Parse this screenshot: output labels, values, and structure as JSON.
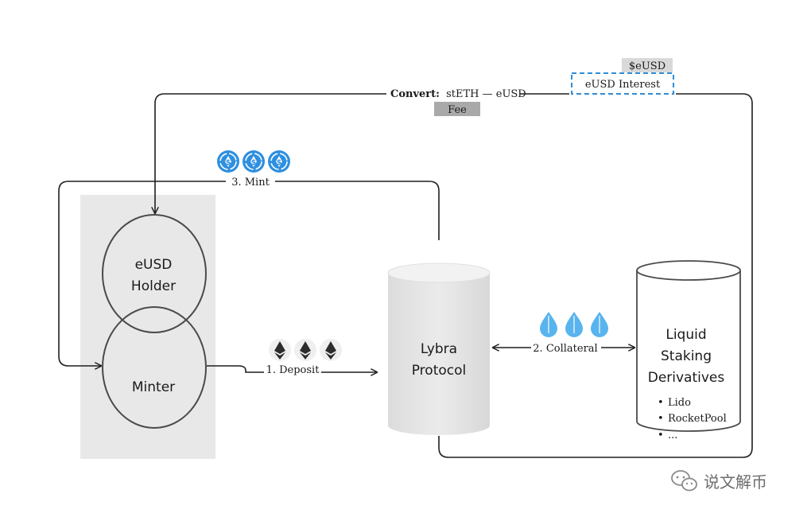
{
  "nodes": {
    "holder": [
      "eUSD",
      "Holder"
    ],
    "minter": "Minter",
    "lybra": [
      "Lybra",
      "Protocol"
    ],
    "lsd": [
      "Liquid",
      "Staking",
      "Derivatives"
    ],
    "lsd_items": [
      "Lido",
      "RocketPool",
      "..."
    ]
  },
  "edges": {
    "convert_bold": "Convert:",
    "convert_rest": "stETH — eUSD",
    "fee": "Fee",
    "interest_tag": "$eUSD",
    "interest": "eUSD Interest",
    "mint": "3. Mint",
    "deposit": "1. Deposit",
    "collateral": "2. Collateral",
    "bullet": "•"
  },
  "watermark": "说文解币",
  "colors": {
    "line": "#1f1f1f",
    "panel": "#e8e8e8",
    "cylinder": "#e4e4e4",
    "fee_bg": "#a9a9a9",
    "tag_bg": "#d9d9d9",
    "dashed": "#2f8ed8",
    "eusd_coin": "#2e8fe0",
    "eth_coin": "#2c2c2c",
    "drop": "#58b4ee"
  },
  "icons": {
    "eusd": "eusd-coin-icon",
    "eth": "ethereum-coin-icon",
    "lsd": "liquid-drop-icon",
    "watermark": "wechat-icon"
  }
}
